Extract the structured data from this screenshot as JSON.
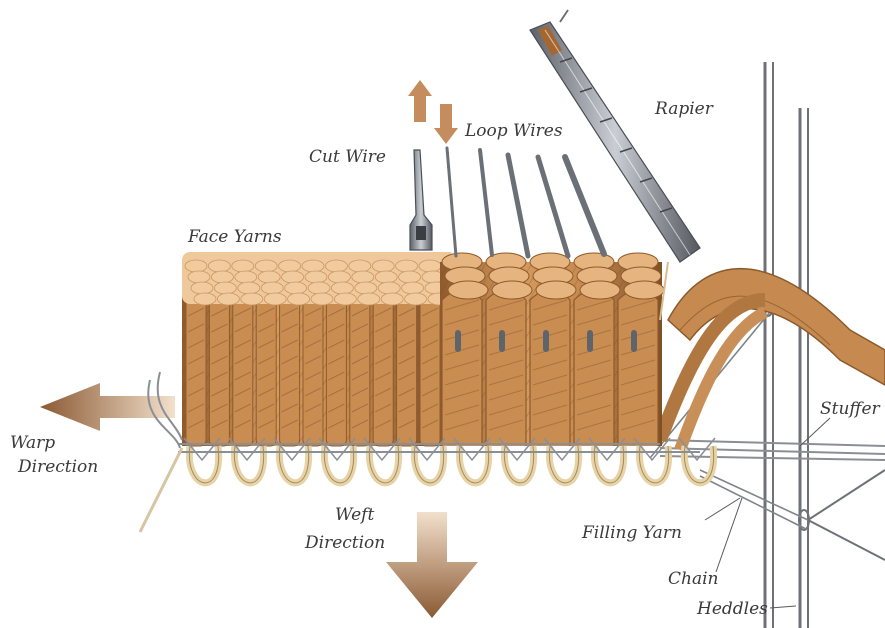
{
  "labels": {
    "cut_wire": "Cut Wire",
    "loop_wires": "Loop Wires",
    "rapier": "Rapier",
    "face_yarns": "Face Yarns",
    "warp_line1": "Warp",
    "warp_line2": "Direction",
    "weft_line1": "Weft",
    "weft_line2": "Direction",
    "stuffer": "Stuffer",
    "filling_yarn": "Filling Yarn",
    "chain": "Chain",
    "heddles": "Heddles"
  },
  "colors": {
    "yarn": "#c98d52",
    "yarn_dark": "#8f5a2c",
    "yarn_light": "#e6b47e",
    "cut_top": "#f1cb9d",
    "steel": "#8a8f96",
    "arrow": "#b8855a"
  }
}
